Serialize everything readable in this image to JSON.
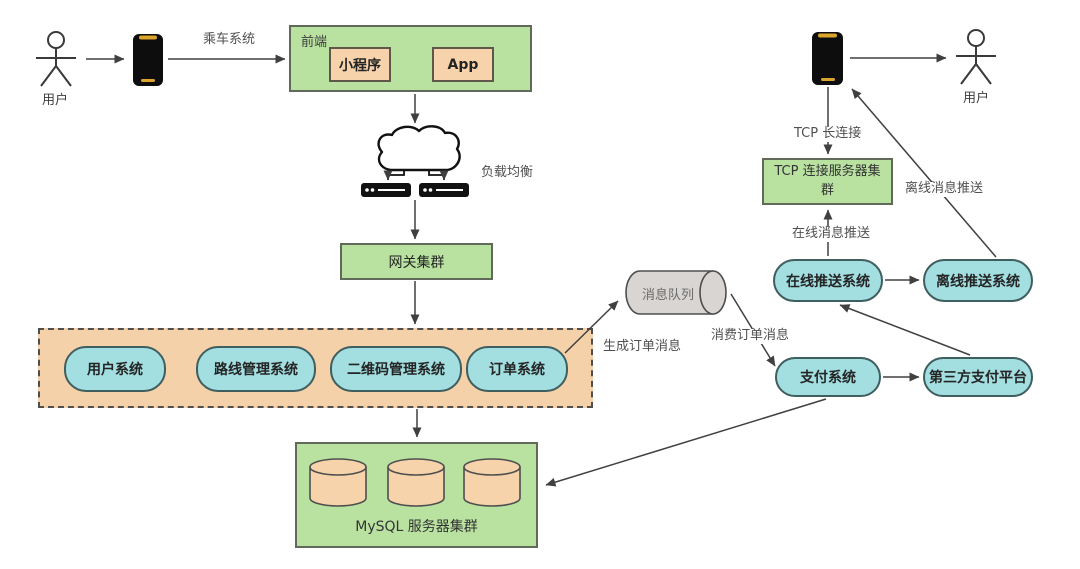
{
  "colors": {
    "green_fill": "#b9e2a1",
    "orange_fill": "#f6d3ab",
    "cyan_fill": "#a3dee0",
    "queue_gray_fill": "#d9d5d2",
    "line": "#404040",
    "phone_black": "#0d0d0d",
    "phone_gold": "#dba42c"
  },
  "actors": {
    "left_label": "用户",
    "right_label": "用户"
  },
  "frontend": {
    "title": "前端",
    "miniapp": "小程序",
    "app": "App"
  },
  "nodes": {
    "gateway": "网关集群",
    "user_system": "用户系统",
    "route_mgmt_system": "路线管理系统",
    "qrcode_mgmt_system": "二维码管理系统",
    "order_system": "订单系统",
    "message_queue": "消息队列",
    "payment_system": "支付系统",
    "third_party_payment": "第三方支付平台",
    "online_push_system": "在线推送系统",
    "offline_push_system": "离线推送系统",
    "tcp_server_cluster": "TCP 连接服务器集群",
    "mysql_cluster": "MySQL 服务器集群"
  },
  "edge_labels": {
    "ride_system": "乘车系统",
    "load_balance": "负载均衡",
    "generate_order_msg": "生成订单消息",
    "consume_order_msg": "消费订单消息",
    "tcp_long_connection": "TCP 长连接",
    "online_msg_push": "在线消息推送",
    "offline_msg_push": "离线消息推送"
  }
}
